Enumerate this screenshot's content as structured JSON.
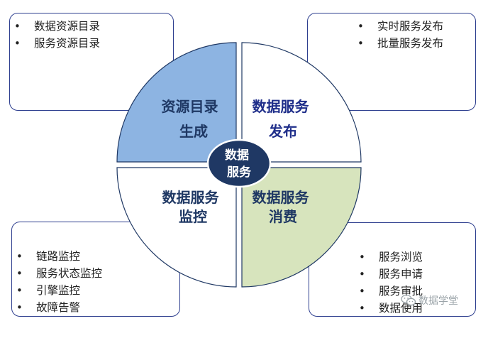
{
  "quadrants": {
    "top_left": {
      "line1": "资源目录",
      "line2": "生成",
      "fill": "#8db4e2",
      "text_color": "#1f3864"
    },
    "top_right": {
      "line1": "数据服务",
      "line2": "发布",
      "fill": "#ffffff",
      "text_color": "#1f2e8a"
    },
    "bottom_left": {
      "line1": "数据服务",
      "line2": "监控",
      "fill": "#ffffff",
      "text_color": "#1f3864"
    },
    "bottom_right": {
      "line1": "数据服务",
      "line2": "消费",
      "fill": "#d7e4bd",
      "text_color": "#1f3864"
    }
  },
  "center": {
    "line1": "数据",
    "line2": "服务",
    "fill": "#1f3864"
  },
  "boxes": {
    "top_left": {
      "items": [
        "数据资源目录",
        "服务资源目录"
      ]
    },
    "top_right": {
      "items": [
        "实时服务发布",
        "批量服务发布"
      ]
    },
    "bottom_left": {
      "items": [
        "链路监控",
        "服务状态监控",
        "引擎监控",
        "故障告警"
      ]
    },
    "bottom_right": {
      "items": [
        "服务浏览",
        "服务申请",
        "服务审批",
        "数据使用"
      ]
    }
  },
  "bullet": "•",
  "watermark": {
    "icon": "wechat-icon",
    "text": "数据学堂"
  }
}
